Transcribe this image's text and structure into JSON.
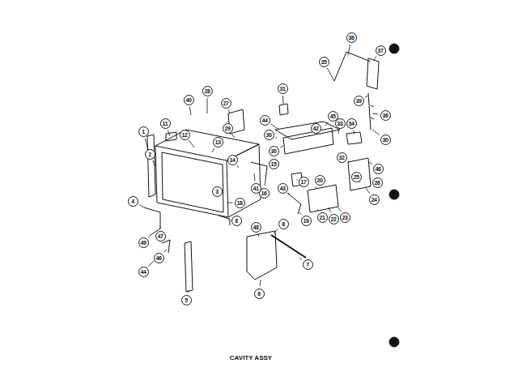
{
  "diagram": {
    "caption": "CAVITY ASSY",
    "labels": [
      "1",
      "2",
      "11",
      "12",
      "40",
      "28",
      "27",
      "29",
      "13",
      "14",
      "31",
      "44",
      "30",
      "42",
      "45",
      "33",
      "35",
      "38",
      "37",
      "39",
      "34",
      "36",
      "30",
      "46",
      "32",
      "25",
      "26",
      "24",
      "15",
      "16",
      "17",
      "41",
      "43",
      "20",
      "21",
      "22",
      "23",
      "19",
      "8",
      "48",
      "3",
      "18",
      "8",
      "4",
      "49",
      "47",
      "46",
      "44",
      "5",
      "6",
      "7",
      "30"
    ]
  }
}
